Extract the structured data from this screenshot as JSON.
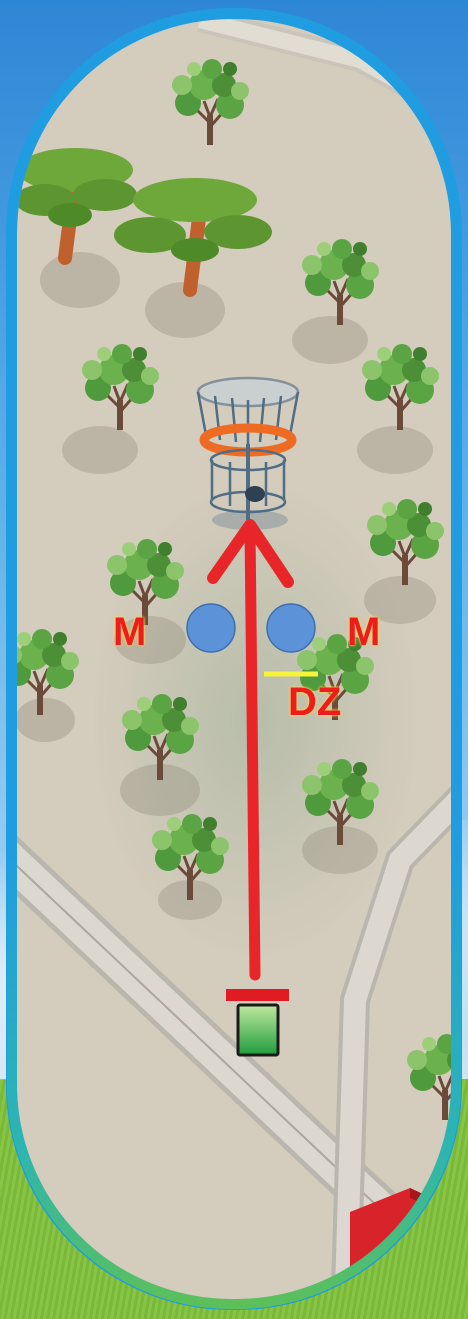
{
  "labels": {
    "mando_left": "M",
    "mando_right": "M",
    "drop_zone": "DZ"
  },
  "icons": {
    "basket": "disc-golf-basket-icon",
    "tee": "tee-pad-icon",
    "flag": "out-of-bounds-flag-icon",
    "tree": "tree-icon"
  },
  "colors": {
    "border": "#1f9de0",
    "throw_line": "#e8262a",
    "mando": "#5b92d8",
    "drop_zone_line": "#f7f23a",
    "label": "#ee1c1c",
    "tee": "#2fb34a"
  }
}
